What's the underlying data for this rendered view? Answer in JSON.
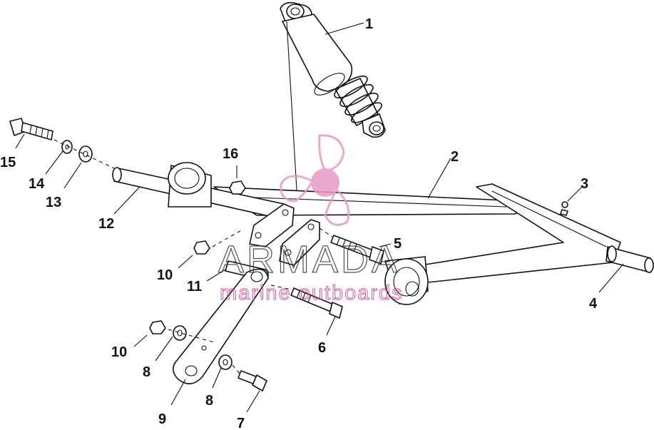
{
  "callouts": [
    {
      "n": "1"
    },
    {
      "n": "2"
    },
    {
      "n": "3"
    },
    {
      "n": "4"
    },
    {
      "n": "5"
    },
    {
      "n": "6"
    },
    {
      "n": "7"
    },
    {
      "n": "8"
    },
    {
      "n": "8"
    },
    {
      "n": "9"
    },
    {
      "n": "10"
    },
    {
      "n": "10"
    },
    {
      "n": "11"
    },
    {
      "n": "12"
    },
    {
      "n": "13"
    },
    {
      "n": "14"
    },
    {
      "n": "15"
    },
    {
      "n": "16"
    }
  ],
  "watermark": {
    "title": "ARMADA",
    "subtitle": "marine outboards",
    "logo": "propeller-logo",
    "colors": {
      "pink": "#e79ac4",
      "pink_dark": "#c83c8c",
      "gray": "#333333"
    }
  }
}
